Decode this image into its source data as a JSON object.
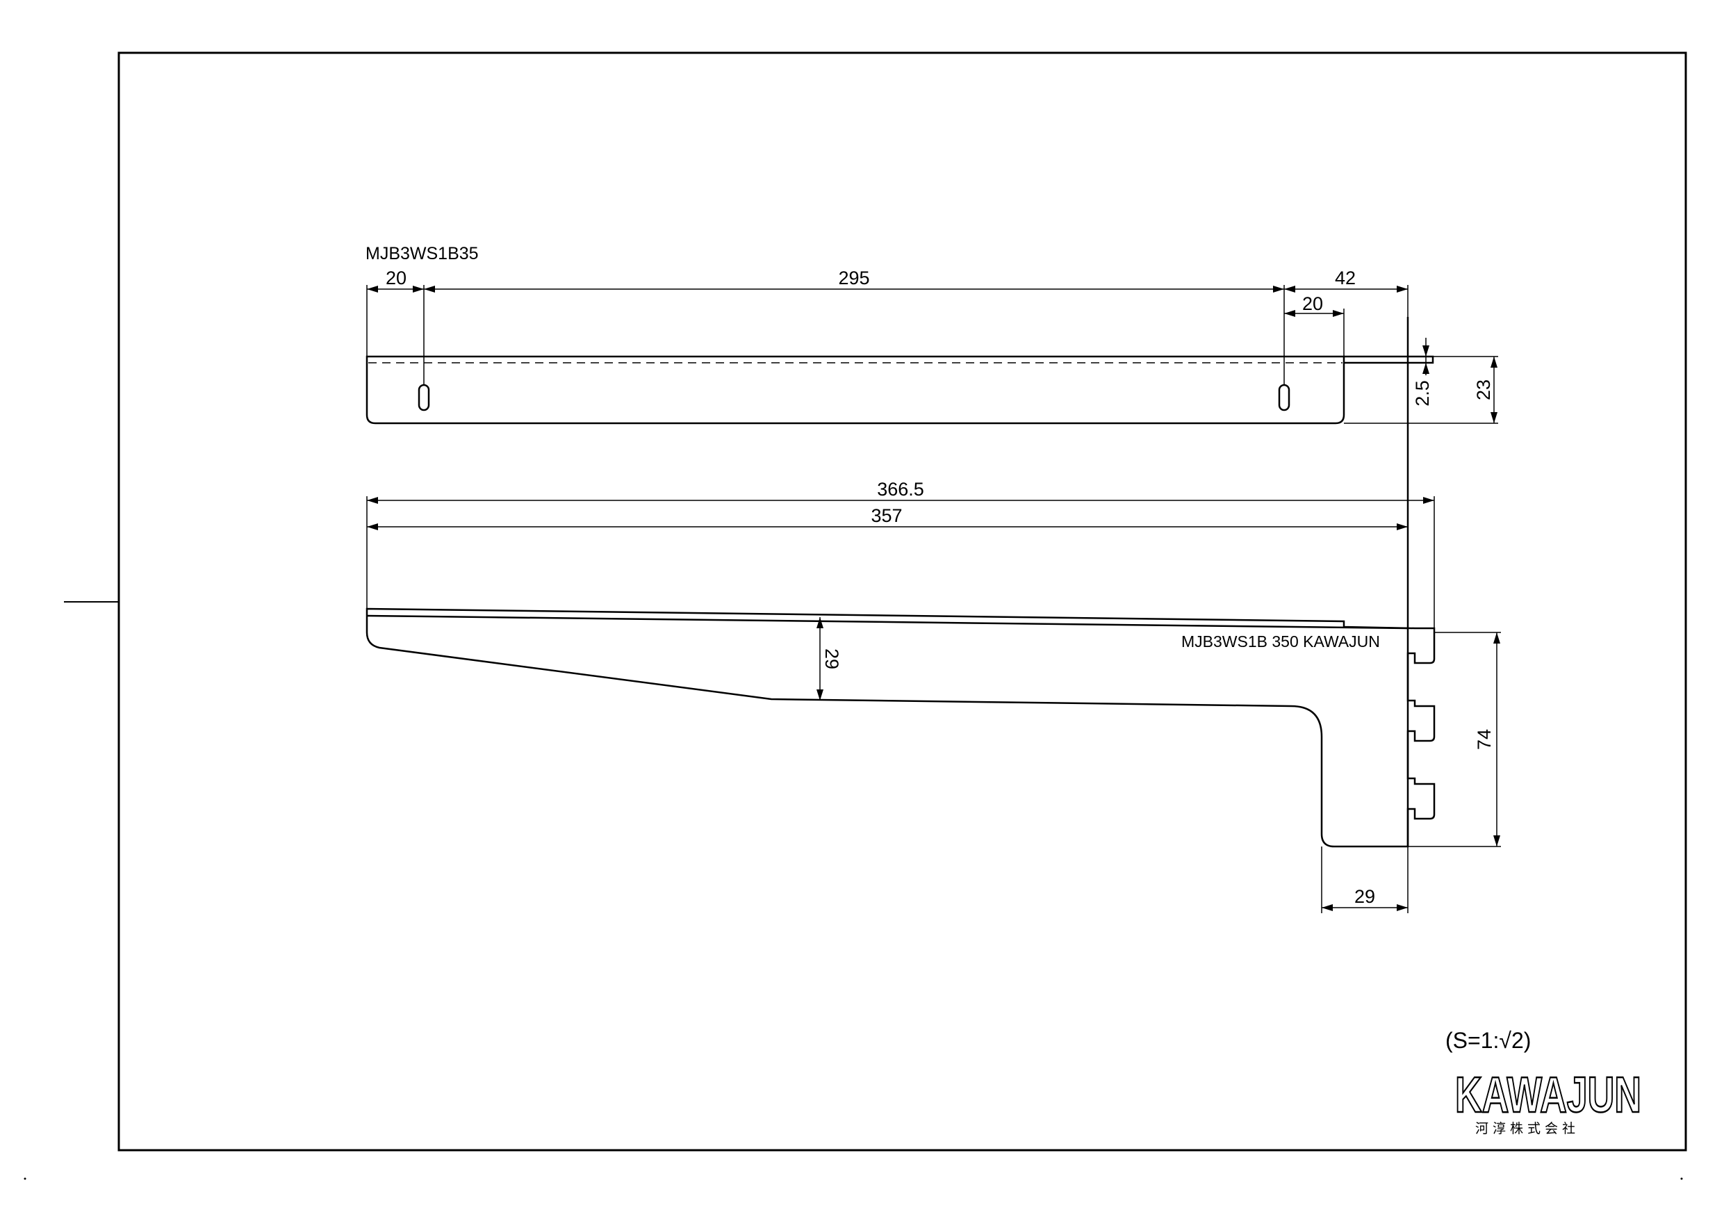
{
  "top_view": {
    "part_code": "MJB3WS1B35",
    "dims": {
      "left_offset": "20",
      "hole_spacing": "295",
      "right_offset": "42",
      "right_hole_offset": "20",
      "thickness": "2.5",
      "height": "23"
    }
  },
  "side_view": {
    "dims": {
      "overall_length": "366.5",
      "arm_length": "357",
      "arm_depth": "29",
      "hook_height": "74",
      "hook_width": "29"
    },
    "stamp_text": "MJB3WS1B 350 KAWAJUN"
  },
  "title_block": {
    "scale": "(S=1:√2)",
    "brand": "KAWAJUN",
    "company": "河淳株式会社"
  }
}
